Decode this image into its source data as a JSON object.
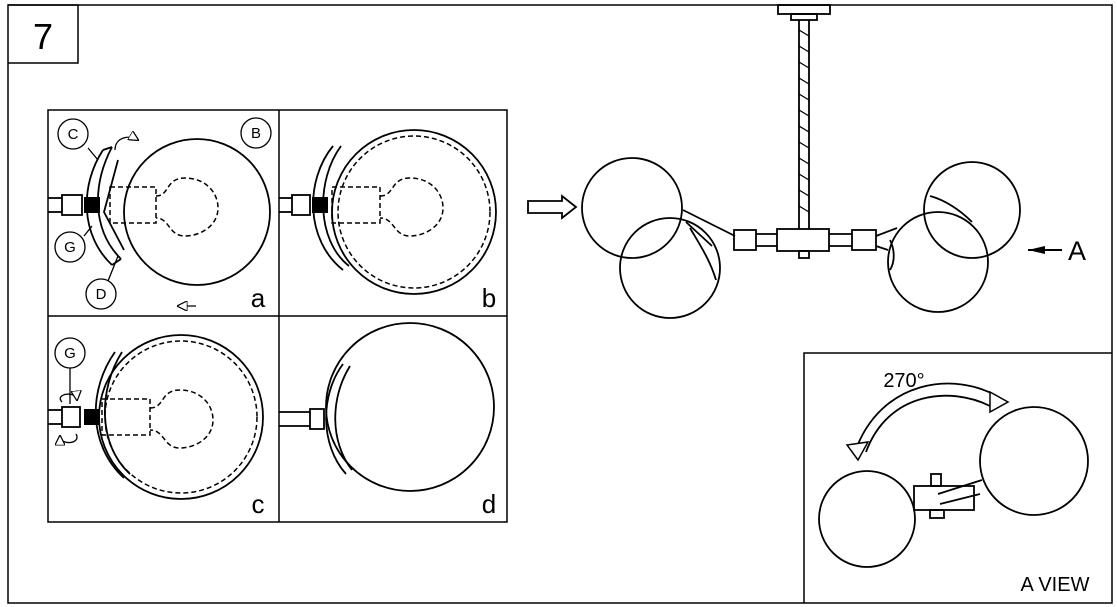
{
  "step": {
    "number": "7"
  },
  "callouts": {
    "c": "C",
    "b": "B",
    "g": "G",
    "d": "D",
    "g2": "G"
  },
  "panels": {
    "a": "a",
    "b": "b",
    "c": "c",
    "d": "d"
  },
  "main_view": {
    "view_label": "A"
  },
  "detail_view": {
    "angle": "270°",
    "title": "A VIEW"
  },
  "colors": {
    "line": "#000000",
    "background": "#ffffff"
  }
}
